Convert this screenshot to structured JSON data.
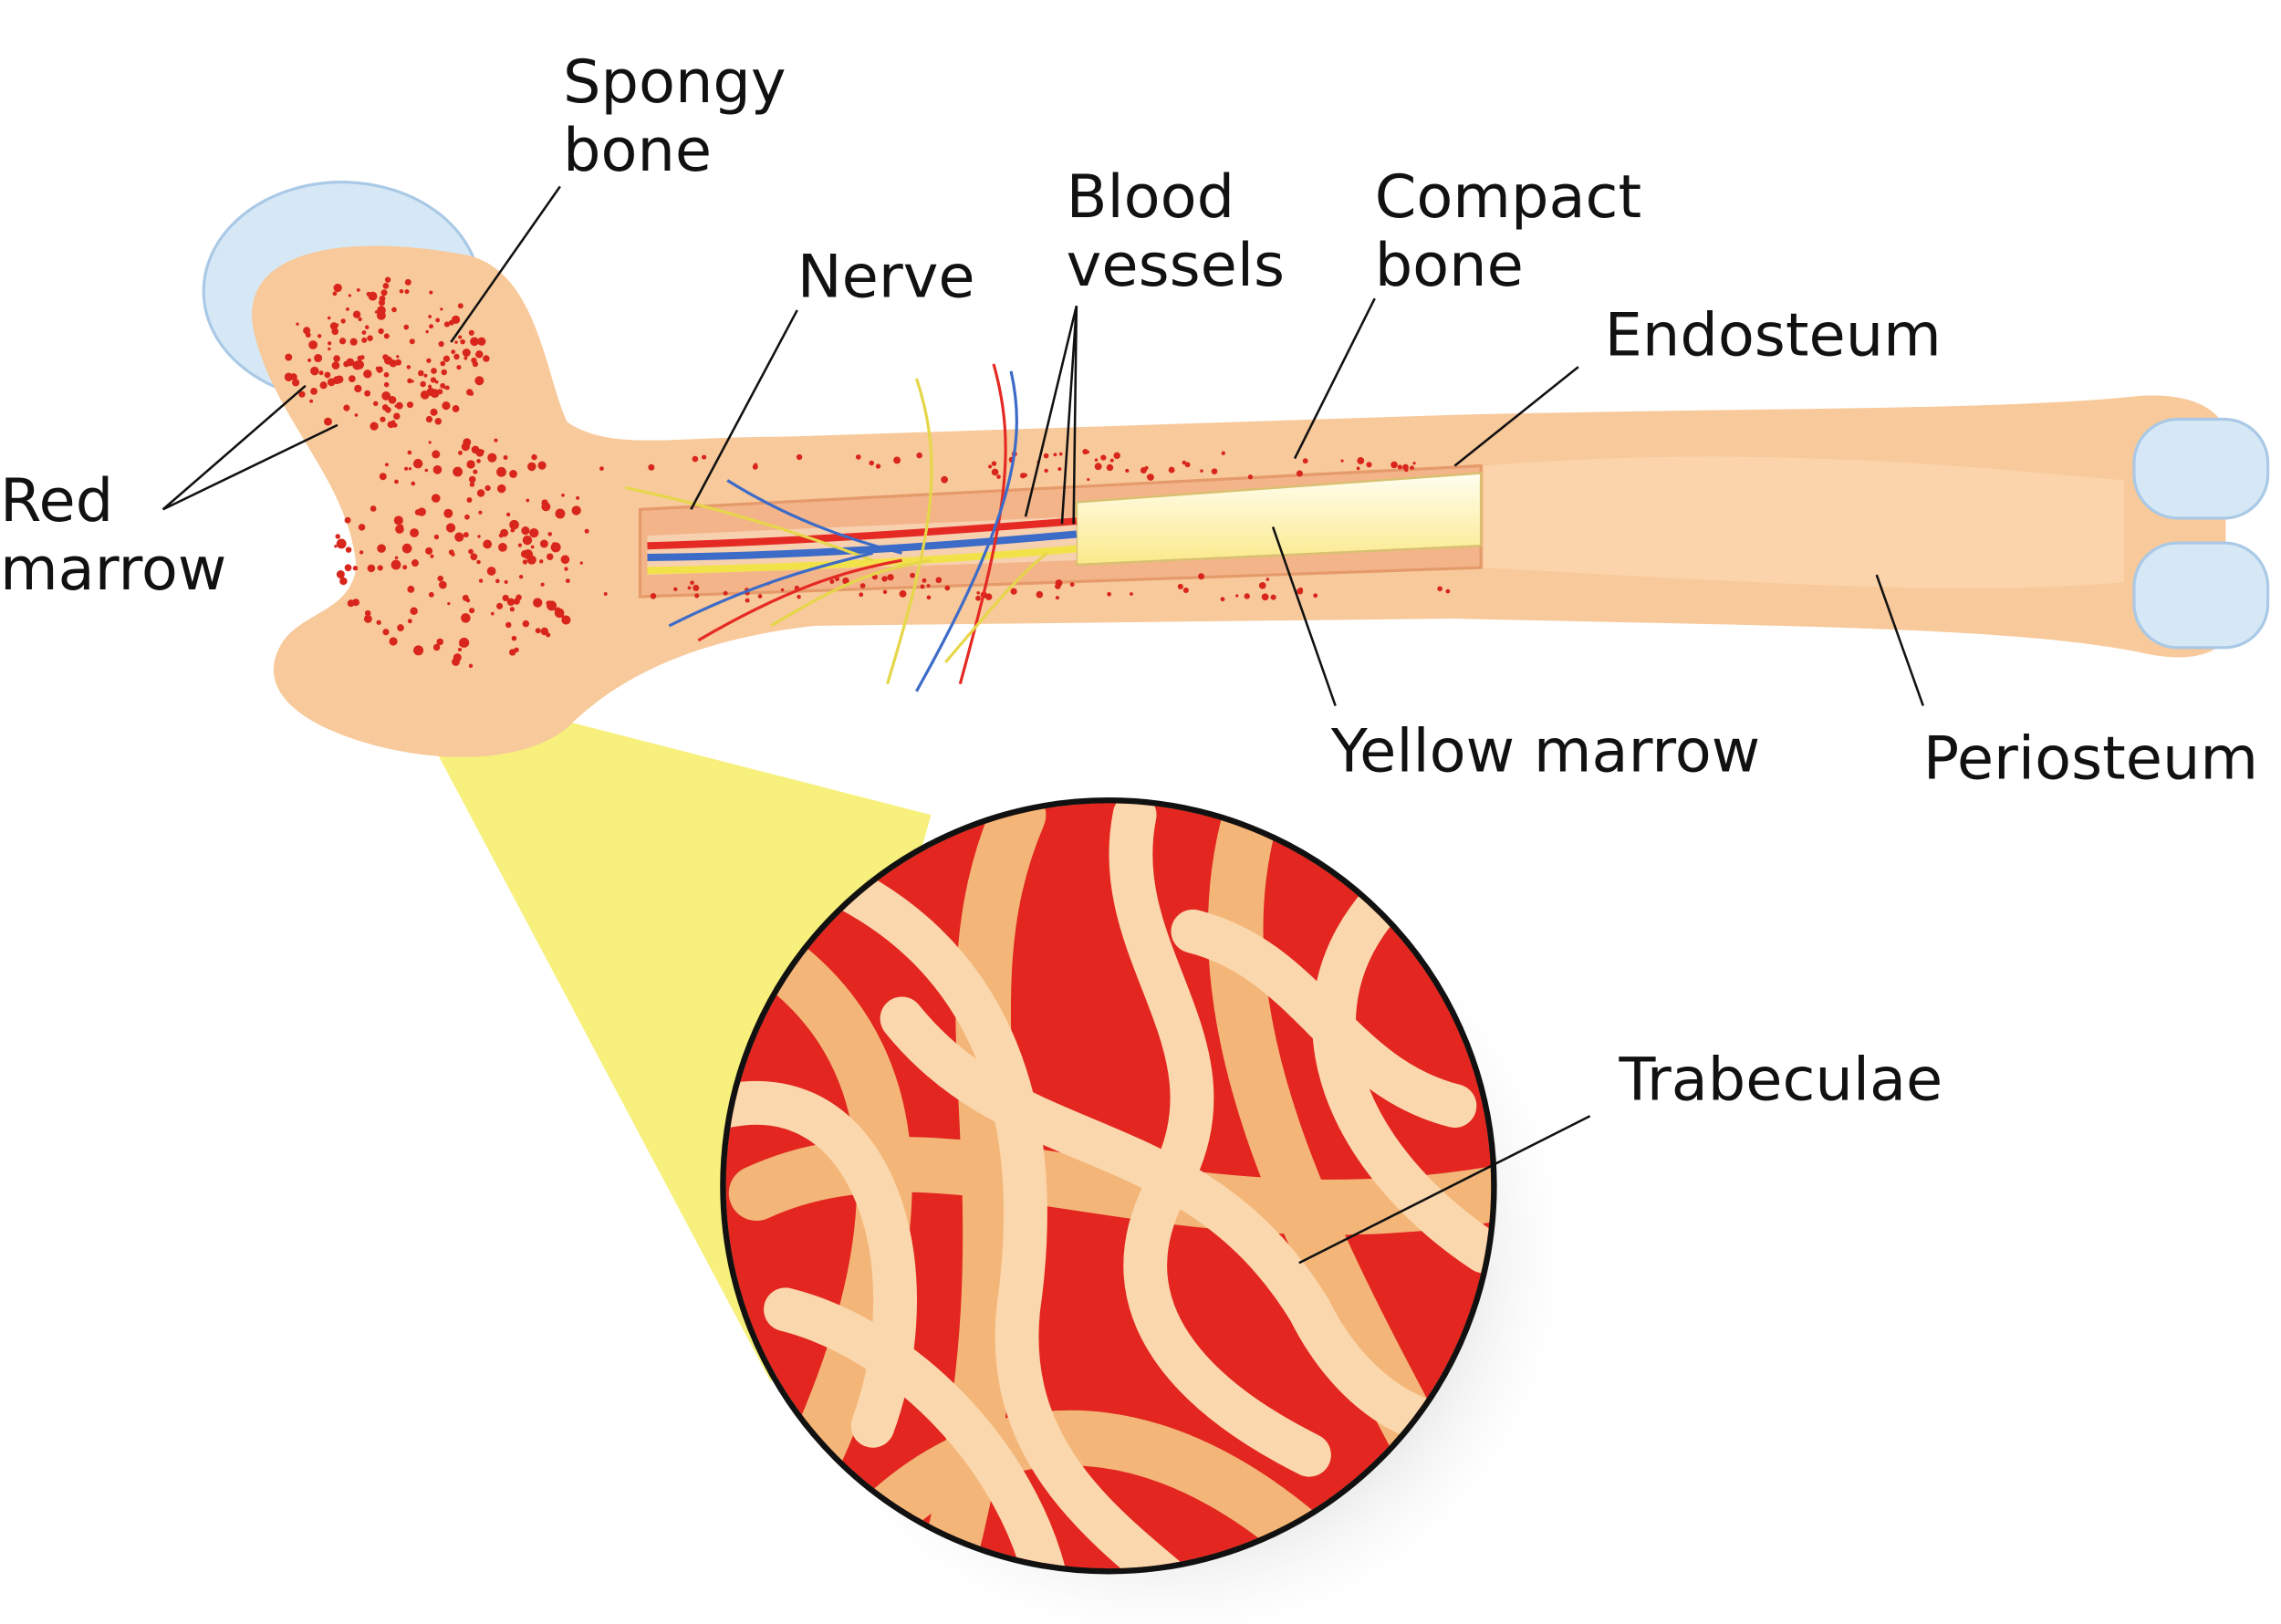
{
  "title": "Long bone anatomy",
  "labels": {
    "spongy_1": "Spongy",
    "spongy_2": "bone",
    "red_1": "Red",
    "red_2": "marrow",
    "nerve": "Nerve",
    "blood_1": "Blood",
    "blood_2": "vessels",
    "compact_1": "Compact",
    "compact_2": "bone",
    "endosteum": "Endosteum",
    "yellow": "Yellow marrow",
    "periosteum": "Periosteum",
    "trabeculae": "Trabeculae"
  },
  "colors": {
    "bone": "#f8c99a",
    "bone_light": "#fcd9b4",
    "cartilage": "#cfe3f3",
    "marrow_red": "#e52a24",
    "yellow_marrow": "#fff6c8",
    "zoom_cone": "#f6ee6e"
  }
}
